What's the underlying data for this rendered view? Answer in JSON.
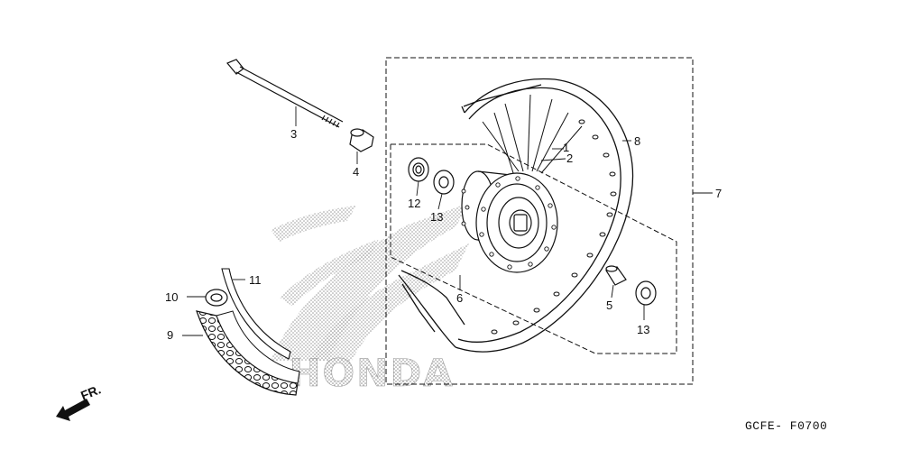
{
  "diagram": {
    "callouts": {
      "c1": "1",
      "c2": "2",
      "c3": "3",
      "c4": "4",
      "c5": "5",
      "c6": "6",
      "c7": "7",
      "c8": "8",
      "c9": "9",
      "c10": "10",
      "c11": "11",
      "c12": "12",
      "c13a": "13",
      "c13b": "13"
    },
    "direction_label": "FR.",
    "diagram_code": "GCFE- F0700",
    "watermark_text": "HONDA",
    "colors": {
      "line": "#111111",
      "watermark": "#9a9a9a"
    }
  }
}
